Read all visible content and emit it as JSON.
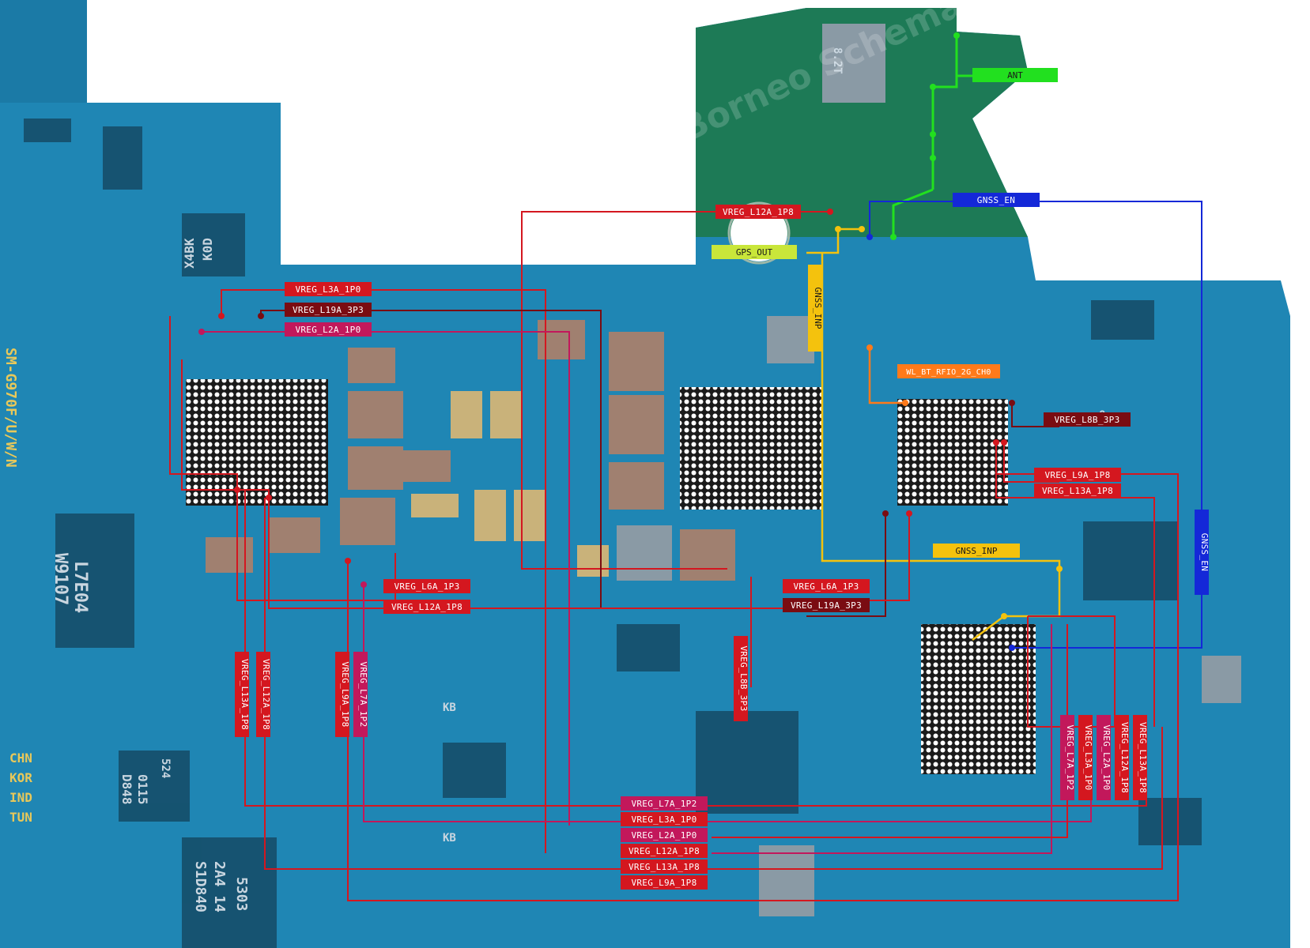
{
  "colors": {
    "board": "#1f86b4",
    "board_dark": "#176a93",
    "mask_green": "#1d7a56",
    "vreg_red": "#d4171f",
    "vreg_dark": "#7a0c12",
    "vreg_pink": "#c2185b",
    "signal_blue": "#1428d8",
    "signal_yellow": "#f4c20d",
    "signal_green": "#22e01f",
    "signal_orange": "#ff7a1a",
    "lime": "#c9e63a"
  },
  "labels": {
    "ant": "ANT",
    "gnss_en_top": "GNSS_EN",
    "vreg_l12a_top": "VREG_L12A_1P8",
    "gps_out": "GPS_OUT",
    "gnss_inp_v": "GNSS_INP",
    "wl_bt": "WL_BT_RFIO_2G_CH0",
    "vreg_l3a_left": "VREG_L3A_1P0",
    "vreg_l19a_left": "VREG_L19A_3P3",
    "vreg_l2a_left": "VREG_L2A_1P0",
    "vreg_l8b_right": "VREG_L8B_3P3",
    "vreg_l9a_right": "VREG_L9A_1P8",
    "vreg_l13a_right": "VREG_L13A_1P8",
    "gnss_inp_h": "GNSS_INP",
    "gnss_en_v": "GNSS_EN",
    "vreg_l6a_mid": "VREG_L6A_1P3",
    "vreg_l12a_mid": "VREG_L12A_1P8",
    "vreg_l6a_mid2": "VREG_L6A_1P3",
    "vreg_l19a_mid2": "VREG_L19A_3P3",
    "vreg_l8b_v": "VREG_L8B_3P3",
    "vreg_l13a_v": "VREG_L13A_1P8",
    "vreg_l12a_v": "VREG_L12A_1P8",
    "vreg_l9a_v": "VREG_L9A_1P8",
    "vreg_l7a_v": "VREG_L7A_1P2",
    "b_l7a": "VREG_L7A_1P2",
    "b_l3a": "VREG_L3A_1P0",
    "b_l2a": "VREG_L2A_1P0",
    "b_l12a": "VREG_L12A_1P8",
    "b_l13a": "VREG_L13A_1P8",
    "b_l9a": "VREG_L9A_1P8",
    "r_l7a": "VREG_L7A_1P2",
    "r_l3a": "VREG_L3A_1P0",
    "r_l2a": "VREG_L2A_1P0",
    "r_l12a": "VREG_L12A_1P8",
    "r_l13a": "VREG_L13A_1P8"
  },
  "silkscreen": {
    "chip_left_1": "L7E04",
    "chip_left_2": "W9107",
    "chip_small": "X4BK",
    "chip_small2": "K0D",
    "chip_bl_1": "0115",
    "chip_bl_2": "D848",
    "chip_bl_3": "S1D840",
    "chip_bl_4": "2A4 14",
    "chip_bl_5": "5303",
    "chip_mid_1": "524",
    "chip_mid_2": "KB",
    "chip_mid_3": "KB",
    "osc": "8.2T",
    "connector_8x": "8x",
    "cnn": "CHN",
    "kor": "KOR",
    "ind": "IND",
    "tun": "TUN",
    "side_text": "SM-G970F/U/W/N",
    "watermark": "Borneo Schematics"
  }
}
